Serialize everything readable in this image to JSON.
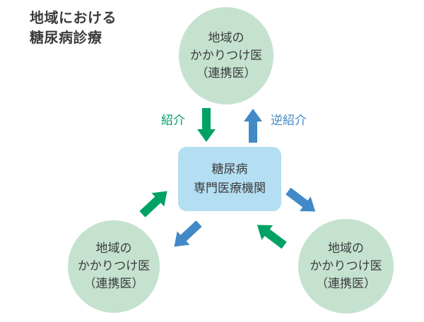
{
  "title": {
    "lines": [
      "地域における",
      "糖尿病診療"
    ]
  },
  "nodes": {
    "top_circle": {
      "lines": [
        "地域の",
        "かかりつけ医",
        "（連携医）"
      ]
    },
    "bottom_left_circle": {
      "lines": [
        "地域の",
        "かかりつけ医",
        "（連携医）"
      ]
    },
    "bottom_right_circle": {
      "lines": [
        "地域の",
        "かかりつけ医",
        "（連携医）"
      ]
    },
    "center_box": {
      "lines": [
        "糖尿病",
        "専門医療機関"
      ]
    }
  },
  "labels": {
    "referral": "紹介",
    "reverse_referral": "逆紹介"
  },
  "colors": {
    "referral_green": "#00a263",
    "reverse_referral_blue": "#4289c7",
    "circle_fill": "#c5e2cf",
    "box_fill": "#b4def2",
    "text": "#3c3c3c",
    "background": "#ffffff"
  }
}
